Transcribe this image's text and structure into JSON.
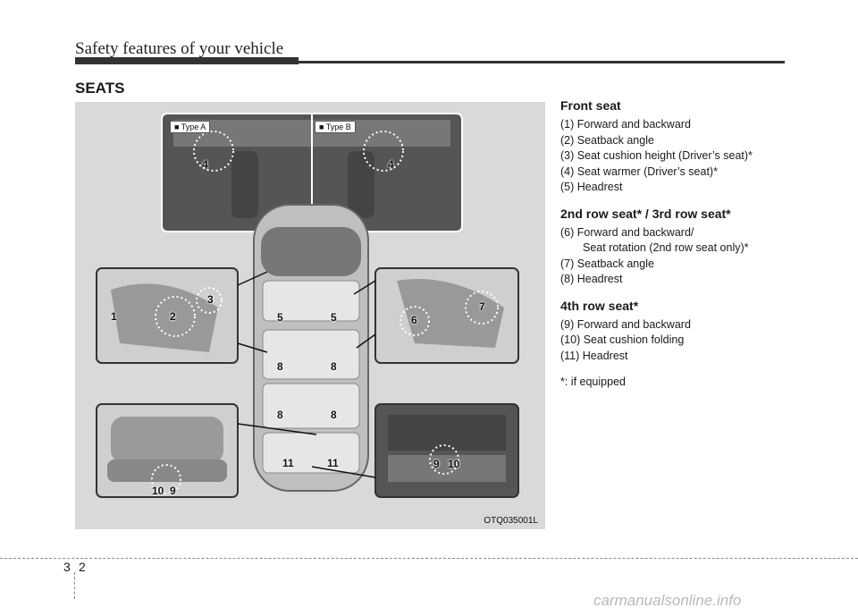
{
  "header": {
    "running_title": "Safety features of your vehicle"
  },
  "section": {
    "title": "SEATS"
  },
  "figure": {
    "code": "OTQ035001L",
    "type_a": "■ Type A",
    "type_b": "■ Type B",
    "callouts": [
      "1",
      "2",
      "3",
      "4",
      "4",
      "5",
      "5",
      "6",
      "7",
      "8",
      "8",
      "8",
      "8",
      "9",
      "10",
      "11",
      "11",
      "10",
      "9"
    ]
  },
  "front_seat": {
    "heading": "Front seat",
    "items": [
      "(1) Forward and backward",
      "(2) Seatback angle",
      "(3) Seat cushion height (Driver’s seat)*",
      "(4) Seat warmer (Driver’s seat)*",
      "(5) Headrest"
    ]
  },
  "second_third": {
    "heading": "2nd row seat* / 3rd row seat*",
    "item6a": "(6) Forward and backward/",
    "item6b": "Seat rotation (2nd row seat only)*",
    "items": [
      "(7) Seatback angle",
      "(8) Headrest"
    ]
  },
  "fourth_row": {
    "heading": "4th row seat*",
    "items": [
      "(9) Forward and backward",
      "(10) Seat cushion folding",
      "(11) Headrest"
    ]
  },
  "note": "*: if equipped",
  "footer": {
    "chapter": "3",
    "page": "2",
    "watermark": "carmanualsonline.info"
  }
}
